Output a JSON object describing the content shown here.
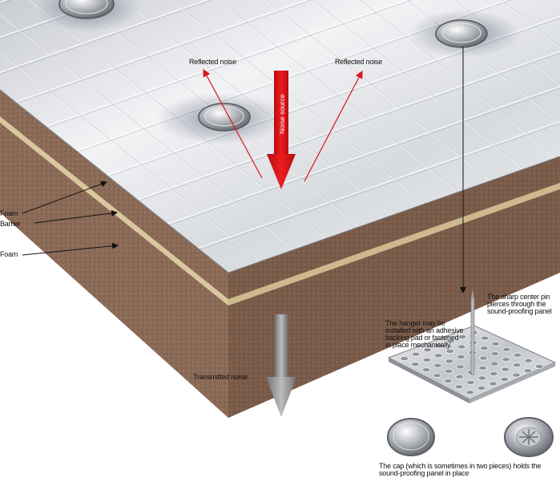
{
  "labels": {
    "reflected_noise_left": "Reflected noise",
    "reflected_noise_right": "Reflected noise",
    "noise_source": "Noise source",
    "foam_top": "Foam",
    "barrier": "Barrier",
    "foam_bottom": "Foam",
    "transmitted_noise": "Transmitted noise",
    "pin_note": "The sharp center pin pierces through the sound-proofing panel",
    "hanger_note": "The hanger may be installed with an adhesive backing pad or fastened in place mechanically.",
    "cap_note": "The cap (which is sometimes in two pieces) holds the sound-proofing panel in place"
  },
  "colors": {
    "foam": "#8c6b58",
    "barrier": "#d9c79e",
    "foil": "#dfe2e7",
    "noise_arrow": "#e0161a",
    "transmitted_arrow": "#8a8a8a"
  }
}
